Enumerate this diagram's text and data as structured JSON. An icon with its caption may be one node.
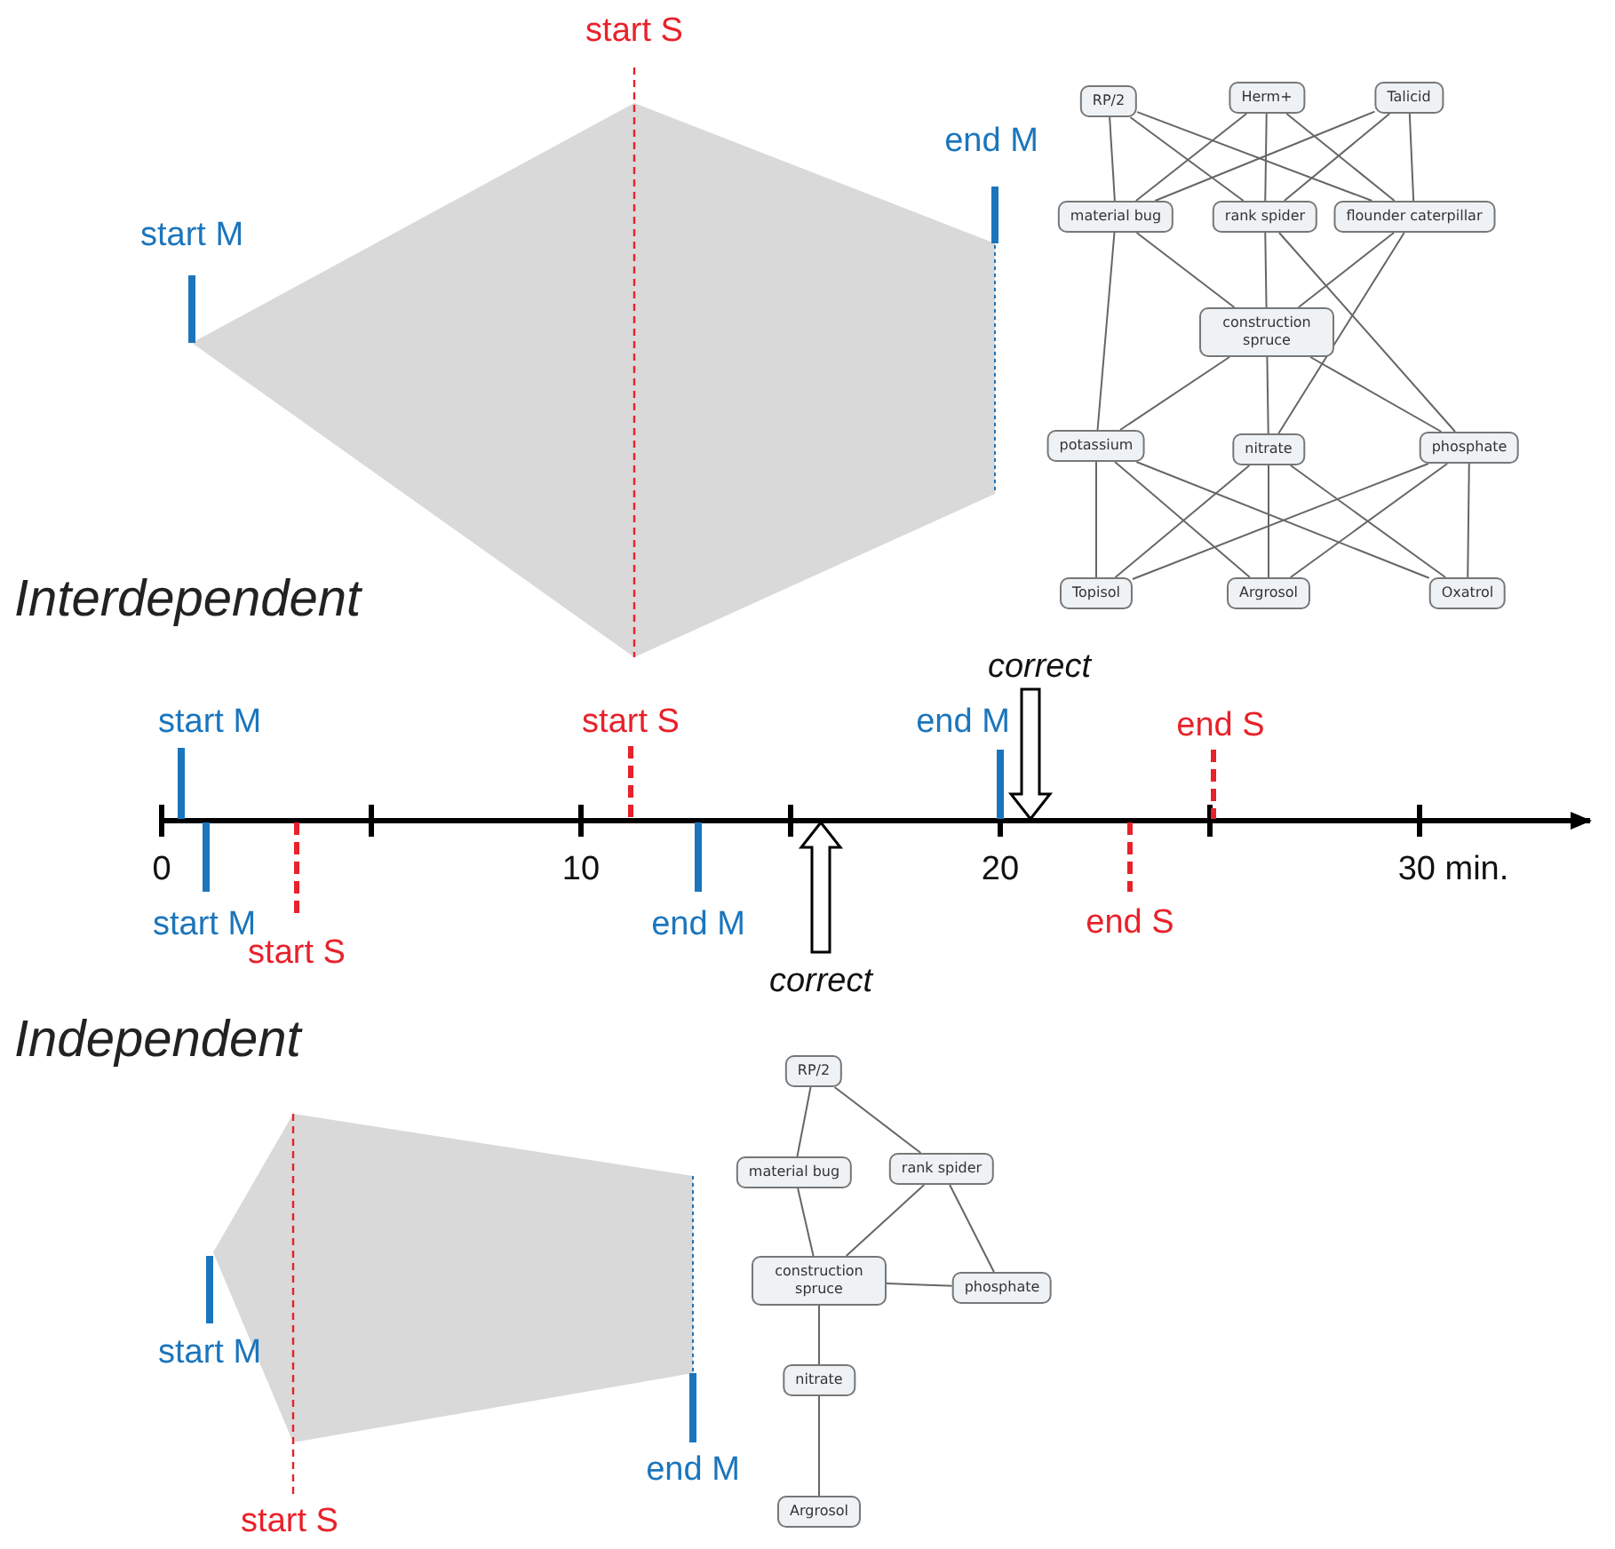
{
  "diagram": {
    "nodes": [
      {
        "text": [
          "RP/2"
        ]
      },
      {
        "text": [
          "Herm+"
        ]
      },
      {
        "text": [
          "Talicid"
        ]
      },
      {
        "text": [
          "material bug"
        ]
      },
      {
        "text": [
          "rank spider"
        ]
      },
      {
        "text": [
          "flounder caterpillar"
        ]
      },
      {
        "text": [
          "construction spruce"
        ]
      },
      {
        "text": [
          "potassium"
        ]
      },
      {
        "text": [
          "nitrate"
        ]
      },
      {
        "text": [
          "phosphate"
        ]
      },
      {
        "text": [
          "Topisol"
        ]
      },
      {
        "text": [
          "Argrosol"
        ]
      },
      {
        "text": [
          "Oxatrol"
        ]
      },
      {
        "text": [
          "RP/2"
        ]
      },
      {
        "text": [
          "material bug"
        ]
      },
      {
        "text": [
          "rank spider"
        ]
      },
      {
        "text": [
          "construction spruce"
        ]
      },
      {
        "text": [
          "phosphate"
        ]
      },
      {
        "text": [
          "nitrate"
        ]
      },
      {
        "text": [
          "Argrosol"
        ]
      }
    ],
    "edges": [
      {
        "from": 0,
        "to": 3,
        "arrow": "none"
      },
      {
        "from": 0,
        "to": 4,
        "arrow": "none"
      },
      {
        "from": 0,
        "to": 5,
        "arrow": "none"
      },
      {
        "from": 1,
        "to": 3,
        "arrow": "none"
      },
      {
        "from": 1,
        "to": 4,
        "arrow": "none"
      },
      {
        "from": 1,
        "to": 5,
        "arrow": "none"
      },
      {
        "from": 2,
        "to": 3,
        "arrow": "none"
      },
      {
        "from": 2,
        "to": 4,
        "arrow": "none"
      },
      {
        "from": 2,
        "to": 5,
        "arrow": "none"
      },
      {
        "from": 3,
        "to": 6,
        "arrow": "none"
      },
      {
        "from": 3,
        "to": 7,
        "arrow": "none"
      },
      {
        "from": 4,
        "to": 6,
        "arrow": "none"
      },
      {
        "from": 4,
        "to": 9,
        "arrow": "none"
      },
      {
        "from": 5,
        "to": 6,
        "arrow": "none"
      },
      {
        "from": 5,
        "to": 8,
        "arrow": "none"
      },
      {
        "from": 6,
        "to": 7,
        "arrow": "none"
      },
      {
        "from": 6,
        "to": 8,
        "arrow": "none"
      },
      {
        "from": 6,
        "to": 9,
        "arrow": "none"
      },
      {
        "from": 7,
        "to": 10,
        "arrow": "none"
      },
      {
        "from": 7,
        "to": 11,
        "arrow": "none"
      },
      {
        "from": 7,
        "to": 12,
        "arrow": "none"
      },
      {
        "from": 8,
        "to": 10,
        "arrow": "none"
      },
      {
        "from": 8,
        "to": 11,
        "arrow": "none"
      },
      {
        "from": 8,
        "to": 12,
        "arrow": "none"
      },
      {
        "from": 9,
        "to": 10,
        "arrow": "none"
      },
      {
        "from": 9,
        "to": 11,
        "arrow": "none"
      },
      {
        "from": 9,
        "to": 12,
        "arrow": "none"
      },
      {
        "from": 13,
        "to": 14,
        "arrow": "none"
      },
      {
        "from": 13,
        "to": 15,
        "arrow": "none"
      },
      {
        "from": 14,
        "to": 16,
        "arrow": "none"
      },
      {
        "from": 15,
        "to": 16,
        "arrow": "none"
      },
      {
        "from": 15,
        "to": 17,
        "arrow": "none"
      },
      {
        "from": 16,
        "to": 17,
        "arrow": "none"
      },
      {
        "from": 16,
        "to": 18,
        "arrow": "none"
      },
      {
        "from": 18,
        "to": 19,
        "arrow": "none"
      }
    ],
    "labels": [
      "start S",
      "end M",
      "start M",
      "Interdependent",
      "correct",
      "start M",
      "start S",
      "end M",
      "end S",
      "0",
      "10",
      "20",
      "30 min.",
      "start M",
      "end M",
      "end S",
      "start S",
      "correct",
      "Independent",
      "start M",
      "end M",
      "start S"
    ]
  }
}
